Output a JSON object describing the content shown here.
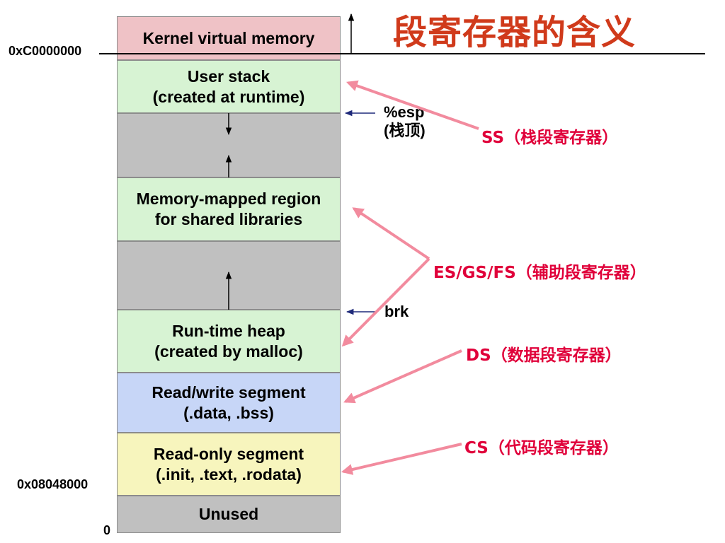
{
  "title": "段寄存器的含义",
  "segments": [
    {
      "line1": "Kernel virtual memory",
      "line2": "",
      "color": "#efc2c6"
    },
    {
      "line1": "User stack",
      "line2": "(created at runtime)",
      "color": "#d7f3d3"
    },
    {
      "line1": "",
      "line2": "",
      "color": "#c0c0c0"
    },
    {
      "line1": "Memory-mapped region",
      "line2": "for shared libraries",
      "color": "#d7f3d3"
    },
    {
      "line1": "",
      "line2": "",
      "color": "#c0c0c0"
    },
    {
      "line1": "Run-time heap",
      "line2": "(created by malloc)",
      "color": "#d7f3d3"
    },
    {
      "line1": "Read/write segment",
      "line2": "(.data, .bss)",
      "color": "#c7d6f7"
    },
    {
      "line1": "Read-only segment",
      "line2": "(.init, .text, .rodata)",
      "color": "#f7f5bd"
    },
    {
      "line1": "Unused",
      "line2": "",
      "color": "#c0c0c0"
    }
  ],
  "addresses": {
    "kernel_start": "0xC0000000",
    "text_start": "0x08048000",
    "zero": "0"
  },
  "pointers": {
    "esp_line1": "%esp",
    "esp_line2": "(栈顶)",
    "brk": "brk"
  },
  "registers": {
    "ss": "SS（栈段寄存器）",
    "es_gs_fs": "ES/GS/FS（辅助段寄存器）",
    "ds": "DS（数据段寄存器）",
    "cs": "CS（代码段寄存器）"
  },
  "colors": {
    "title": "#d03a1b",
    "register_label": "#e0003a",
    "register_arrow": "#f28b9e",
    "pointer_arrow": "#1f2a7a"
  }
}
